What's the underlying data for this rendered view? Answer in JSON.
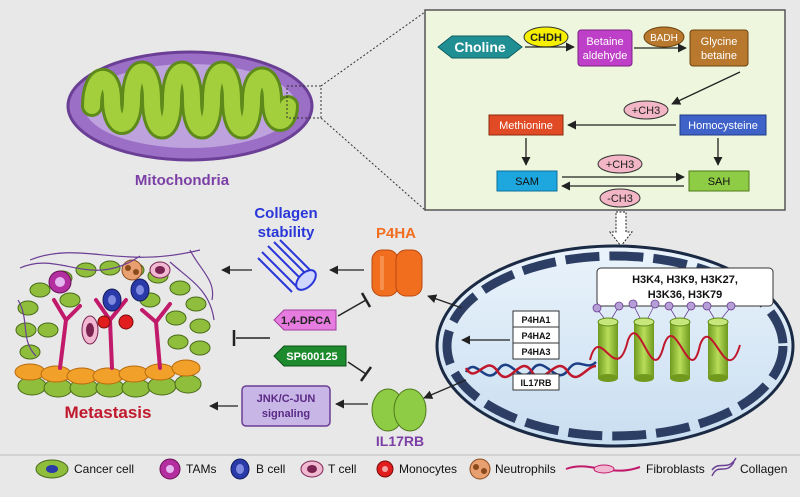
{
  "mito": {
    "label": "Mitochondria"
  },
  "pathway": {
    "choline": "Choline",
    "chdh": "CHDH",
    "betaine_aldehyde": [
      "Betaine",
      "aldehyde"
    ],
    "badh": "BADH",
    "glycine_betaine": [
      "Glycine",
      "betaine"
    ],
    "ch3_donor": "+CH3",
    "methionine": "Methionine",
    "homocysteine": "Homocysteine",
    "sam": "SAM",
    "sah": "SAH",
    "ch3_plus": "+CH3",
    "ch3_minus": "-CH3"
  },
  "nucleus": {
    "histone_marks": [
      "H3K4, H3K9, H3K27,",
      "H3K36, H3K79"
    ],
    "genes": [
      "P4HA1",
      "P4HA2",
      "P4HA3"
    ],
    "gene_il17rb": "IL17RB"
  },
  "effectors": {
    "p4ha": "P4HA",
    "collagen_stability": [
      "Collagen",
      "stability"
    ],
    "dpca": "1,4-DPCA",
    "sp600125": "SP600125",
    "il17rb": "IL17RB",
    "jnk": [
      "JNK/C-JUN",
      "signaling"
    ],
    "metastasis": "Metastasis"
  },
  "legend": {
    "cancer_cell": "Cancer cell",
    "tams": "TAMs",
    "b_cell": "B cell",
    "t_cell": "T cell",
    "monocytes": "Monocytes",
    "neutrophils": "Neutrophils",
    "fibroblasts": "Fibroblasts",
    "collagen": "Collagen"
  },
  "colors": {
    "mito_outer": "#9b6fc6",
    "mito_inner": "#a4cf3c",
    "choline": "#1f8f94",
    "chdh": "#f6f000",
    "betaine_aldehyde": "#bf40c8",
    "badh": "#b8792e",
    "glycine_betaine": "#b8792e",
    "methionine": "#e04a24",
    "homocysteine": "#3f62c9",
    "sam": "#1ea6df",
    "sah": "#8fcc45",
    "p4ha": "#f26e1f",
    "dpca": "#e77ce0",
    "sp600125": "#1e8a2e",
    "il17rb": "#8fcc45",
    "jnk": "#c8b6e6",
    "metastasis": "#c0182c",
    "label_purple": "#7b3fa6",
    "label_blue": "#2a37d8"
  }
}
